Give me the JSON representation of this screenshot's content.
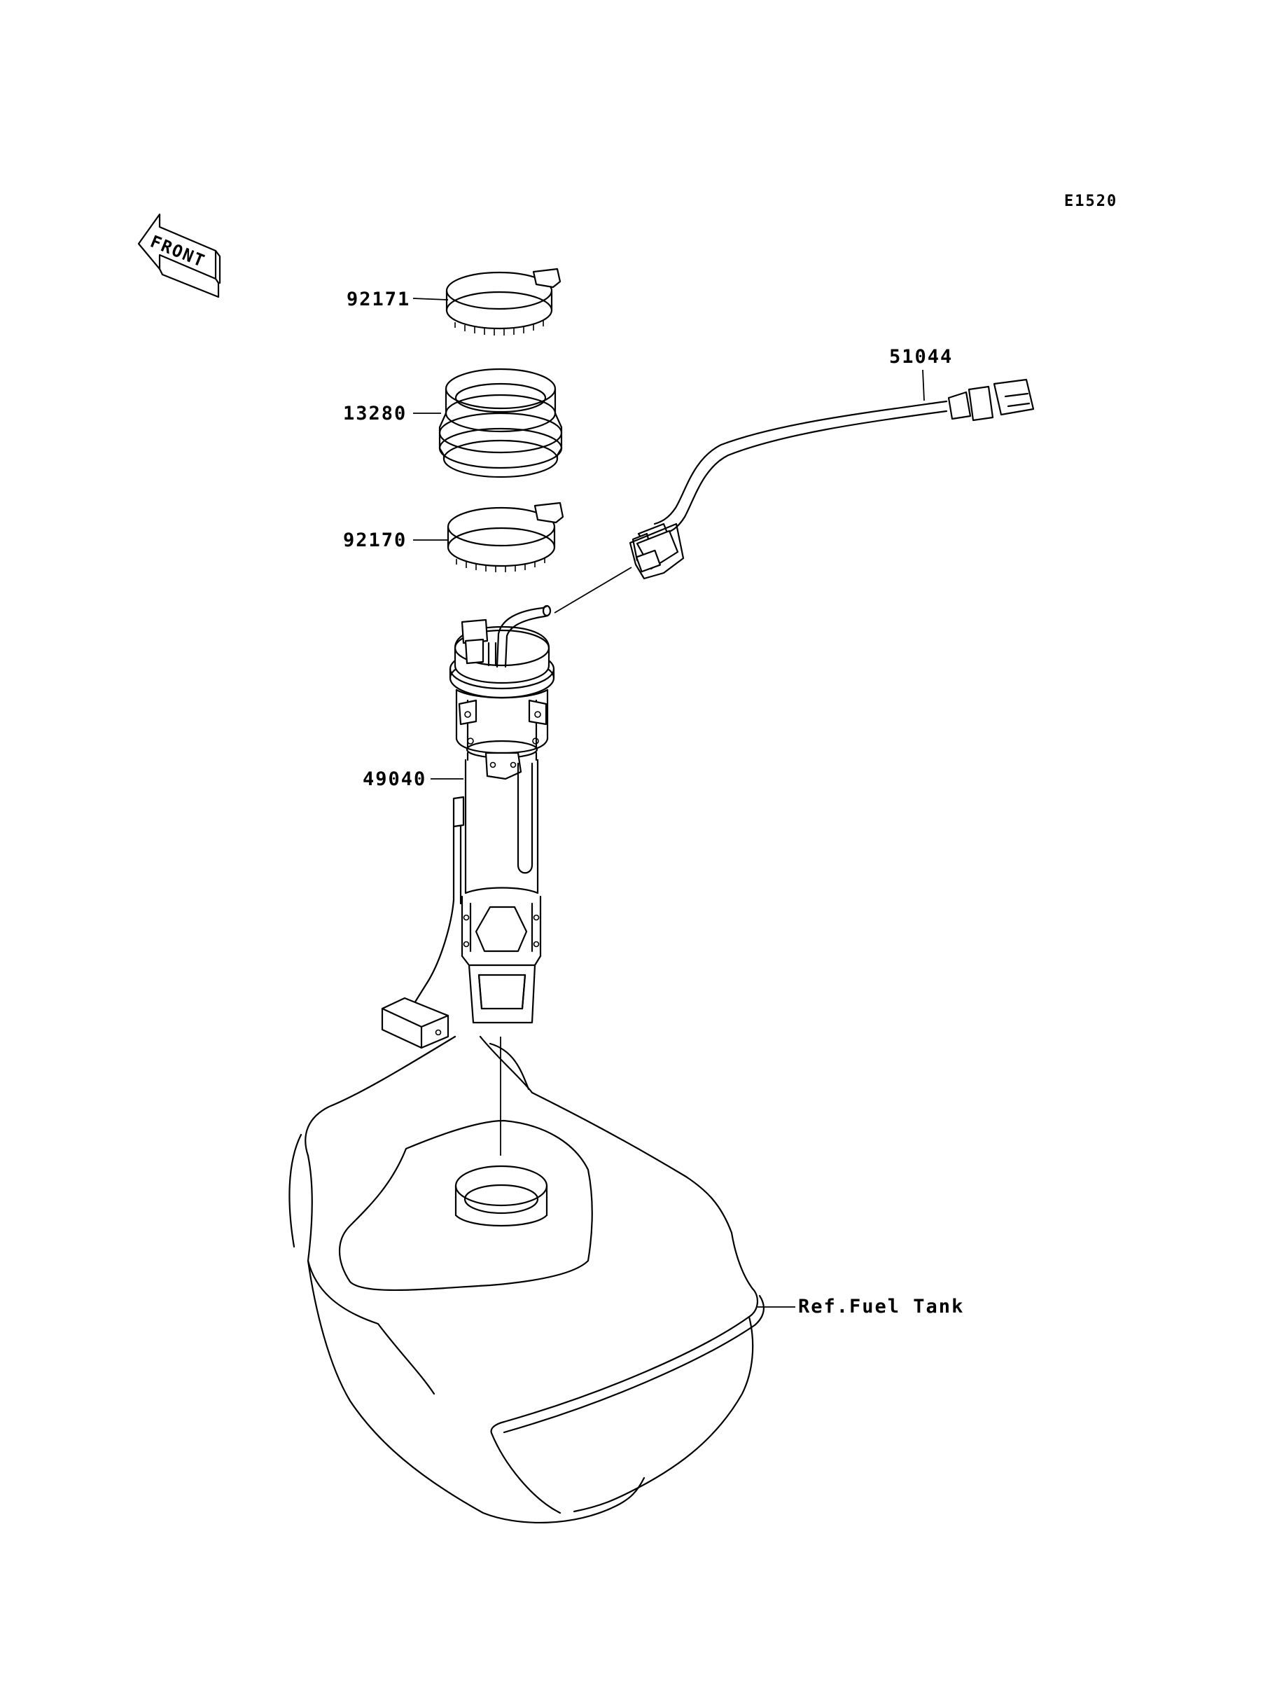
{
  "diagram_code": "E1520",
  "front_label": "FRONT",
  "parts": {
    "clamp_upper": "92171",
    "boot": "13280",
    "clamp_lower": "92170",
    "hose_assy": "51044",
    "pump_assy": "49040"
  },
  "reference": "Ref.Fuel Tank"
}
